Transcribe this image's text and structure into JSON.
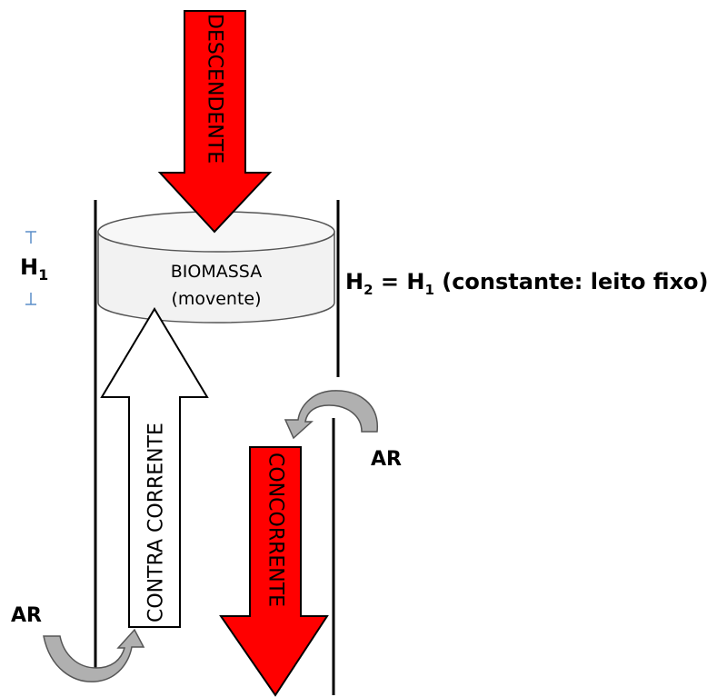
{
  "labels": {
    "descendente": "DESCENDENTE",
    "biomassa": "BIOMASSA",
    "movente": "(movente)",
    "h1_main": "H",
    "h1_sub": "1",
    "h2_main": "H",
    "h2_sub": "2",
    "eq_rest_a": " = H",
    "eq_rest_sub": "1",
    "eq_rest_b": " (constante: leito fixo)",
    "contra_corrente": "CONTRA CORRENTE",
    "concorrente": "CONCORRENTE",
    "ar_right": "AR",
    "ar_left": "AR"
  },
  "colors": {
    "arrow_red": "#ff0000",
    "arrow_white": "#ffffff",
    "outline": "#000000",
    "curve_gray": "#b0b0b0",
    "cylinder": "#f2f2f2",
    "measure_blue": "#5b8ec9"
  },
  "icons": {
    "air_curve": "curved-arrow-icon"
  }
}
